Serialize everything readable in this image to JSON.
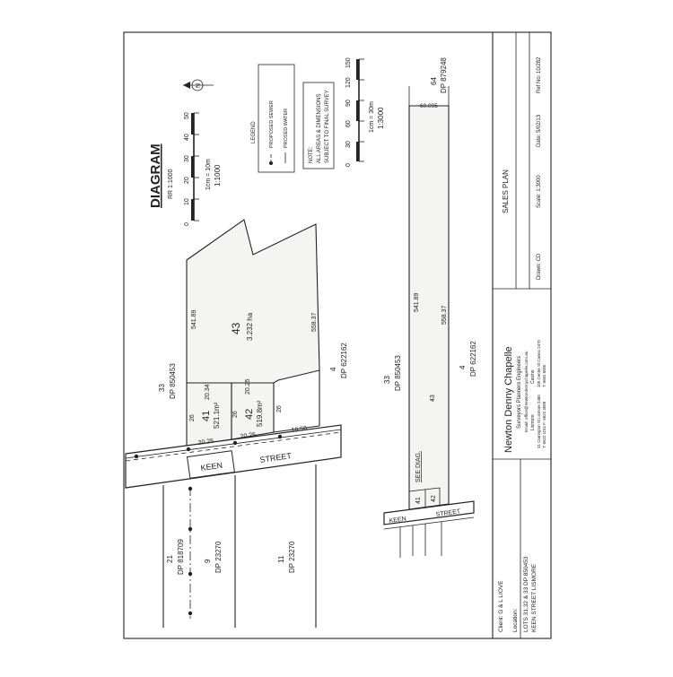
{
  "diagram": {
    "title": "DIAGRAM",
    "rr": "RR 1:1000",
    "scale_small_label": "1cm = 10m",
    "scale_small_ratio": "1:1000",
    "scale_small_ticks": [
      "0",
      "10",
      "20",
      "30",
      "40",
      "50"
    ],
    "legend_title": "LEGEND",
    "legend_items": [
      "PROPOSED SEWER",
      "PROSED WATER"
    ],
    "note_line1": "NOTE:",
    "note_line2": "ALL AREAS & DIMENSIONS",
    "note_line3": "SUBJECT TO FINAL SURVEY",
    "north_symbol": "N",
    "scale_large_label": "1cm = 30m",
    "scale_large_ratio": "1:3000",
    "scale_large_ticks": [
      "0",
      "30",
      "60",
      "90",
      "120",
      "150"
    ],
    "lot43_num": "43",
    "lot43_area": "3.232 ha",
    "lot43_dim_left": "541.89",
    "lot43_dim_right": "558.37",
    "lot33_num": "33",
    "lot33_dp": "DP 850453",
    "lot4_num": "4",
    "lot4_dp": "DP 622162",
    "lot41_num": "41",
    "lot41_area": "521.1m²",
    "lot42_num": "42",
    "lot42_area": "519.8m²",
    "dim_2034": "20.34",
    "dim_2025": "20.25",
    "dim_26": "26",
    "dim_1858": "18.58",
    "street_keen": "KEEN",
    "street_street": "STREET",
    "lot21_num": "21",
    "lot21_dp": "DP 818709",
    "lot9_num": "9",
    "lot9_dp": "DP 23270",
    "lot11_num": "11",
    "lot11_dp": "DP 23270",
    "overview_64": "64",
    "overview_64_dp": "DP 879248",
    "overview_dim_top": "60.095",
    "overview_dim_left": "541.89",
    "overview_dim_right": "558.37",
    "overview_43": "43",
    "overview_33": "33",
    "overview_33_dp": "DP 850453",
    "overview_4": "4",
    "overview_4_dp": "DP 622162",
    "see_diag": "SEE DIAG.",
    "overview_41": "41",
    "overview_42": "42",
    "overview_keen": "KEEN",
    "overview_street": "STREET"
  },
  "title_block": {
    "client": "Client:  G & L LIOVE",
    "location_label": "Location:",
    "location_line1": "LOTS 31,32 & 33 DP 850453",
    "location_line2": "KEEN STREET LISMORE",
    "company": "Newton Denny Chapelle",
    "company_sub": "Surveyors Planners Engineers",
    "email": "Email: office@newtondennychapelle.com.au",
    "office1": "Lismore",
    "office1_addr": "31 Carrington St Lismore 2480",
    "office1_phone": "T: 6622 1011  F: 6622 4088",
    "office2": "Casino",
    "office2_addr": "100 Centre St Casino 2470",
    "office2_phone": "T: 6662 5000",
    "plan_title": "SALES PLAN",
    "drawn": "Drawn: CD",
    "scale": "Scale: 1:3000",
    "date": "Date: 5/02/13",
    "ref": "Ref No: 10/282"
  }
}
